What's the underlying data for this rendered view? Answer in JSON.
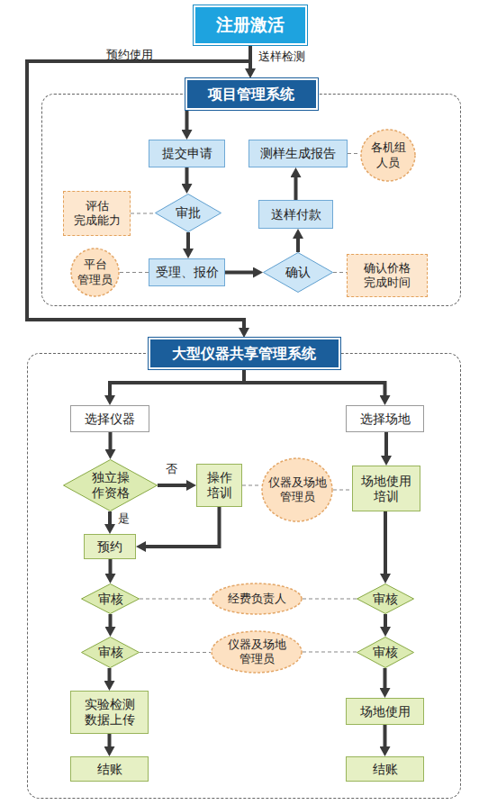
{
  "diagram": {
    "nodes": [
      {
        "text": [
          "注册激活"
        ]
      },
      {
        "text": [
          "项目管理系统"
        ]
      },
      {
        "text": [
          "提交申请"
        ],
        "in": 1
      },
      {
        "text": [
          "审批"
        ],
        "in": 1
      },
      {
        "text": [
          "评估 完成能力"
        ],
        "in": 1
      },
      {
        "text": [
          "平台 管理员"
        ],
        "in": 1
      },
      {
        "text": [
          "受理、报价"
        ],
        "in": 1
      },
      {
        "text": [
          "确认"
        ],
        "in": 1
      },
      {
        "text": [
          "确认价格 完成时间"
        ],
        "in": 1
      },
      {
        "text": [
          "送样付款"
        ],
        "in": 1
      },
      {
        "text": [
          "测样生成报告"
        ],
        "in": 1
      },
      {
        "text": [
          "各机组 人员"
        ],
        "in": 1
      },
      {
        "text": [
          "大型仪器共享管理系统"
        ]
      },
      {
        "text": [
          "选择仪器"
        ],
        "in": 12
      },
      {
        "text": [
          "选择场地"
        ],
        "in": 12
      },
      {
        "text": [
          "独立操 作资格"
        ],
        "in": 12
      },
      {
        "text": [
          "操作 培训"
        ],
        "in": 12
      },
      {
        "text": [
          "仪器及场地 管理员"
        ],
        "in": 12
      },
      {
        "text": [
          "场地使用 培训"
        ],
        "in": 12
      },
      {
        "text": [
          "预约"
        ],
        "in": 12
      },
      {
        "text": [
          "审核"
        ],
        "in": 12
      },
      {
        "text": [
          "经费负责人"
        ],
        "in": 12
      },
      {
        "text": [
          "审核"
        ],
        "in": 12
      },
      {
        "text": [
          "审核"
        ],
        "in": 12
      },
      {
        "text": [
          "仪器及场地 管理员"
        ],
        "in": 12
      },
      {
        "text": [
          "审核"
        ],
        "in": 12
      },
      {
        "text": [
          "实验检测 数据上传"
        ],
        "in": 12
      },
      {
        "text": [
          "场地使用"
        ],
        "in": 12
      },
      {
        "text": [
          "结账"
        ],
        "in": 12
      },
      {
        "text": [
          "结账"
        ],
        "in": 12
      }
    ],
    "edges": [
      {
        "from": 0,
        "to": 1,
        "label": "送样检测",
        "arrow": "to"
      },
      {
        "from": 0,
        "to": 12,
        "label": "预约使用",
        "arrow": "to"
      },
      {
        "from": 1,
        "to": 2,
        "arrow": "to"
      },
      {
        "from": 2,
        "to": 3,
        "arrow": "to"
      },
      {
        "from": 4,
        "to": 3,
        "arrow": "none"
      },
      {
        "from": 3,
        "to": 6,
        "arrow": "to"
      },
      {
        "from": 5,
        "to": 6,
        "arrow": "none"
      },
      {
        "from": 6,
        "to": 7,
        "arrow": "to"
      },
      {
        "from": 7,
        "to": 8,
        "arrow": "none"
      },
      {
        "from": 7,
        "to": 9,
        "arrow": "to"
      },
      {
        "from": 9,
        "to": 10,
        "arrow": "to"
      },
      {
        "from": 10,
        "to": 11,
        "arrow": "none"
      },
      {
        "from": 12,
        "to": 13,
        "arrow": "to"
      },
      {
        "from": 12,
        "to": 14,
        "arrow": "to"
      },
      {
        "from": 13,
        "to": 15,
        "arrow": "to"
      },
      {
        "from": 15,
        "to": 16,
        "label": "否",
        "arrow": "to"
      },
      {
        "from": 16,
        "to": 17,
        "arrow": "none"
      },
      {
        "from": 17,
        "to": 18,
        "arrow": "none"
      },
      {
        "from": 14,
        "to": 18,
        "arrow": "to"
      },
      {
        "from": 15,
        "to": 19,
        "label": "是",
        "arrow": "to"
      },
      {
        "from": 16,
        "to": 19,
        "arrow": "to"
      },
      {
        "from": 19,
        "to": 20,
        "arrow": "to"
      },
      {
        "from": 20,
        "to": 21,
        "arrow": "none"
      },
      {
        "from": 21,
        "to": 22,
        "arrow": "none"
      },
      {
        "from": 18,
        "to": 22,
        "arrow": "to"
      },
      {
        "from": 20,
        "to": 23,
        "arrow": "to"
      },
      {
        "from": 23,
        "to": 24,
        "arrow": "none"
      },
      {
        "from": 24,
        "to": 25,
        "arrow": "none"
      },
      {
        "from": 22,
        "to": 25,
        "arrow": "to"
      },
      {
        "from": 23,
        "to": 26,
        "arrow": "to"
      },
      {
        "from": 25,
        "to": 27,
        "arrow": "to"
      },
      {
        "from": 26,
        "to": 28,
        "arrow": "to"
      },
      {
        "from": 27,
        "to": 29,
        "arrow": "to"
      }
    ]
  }
}
